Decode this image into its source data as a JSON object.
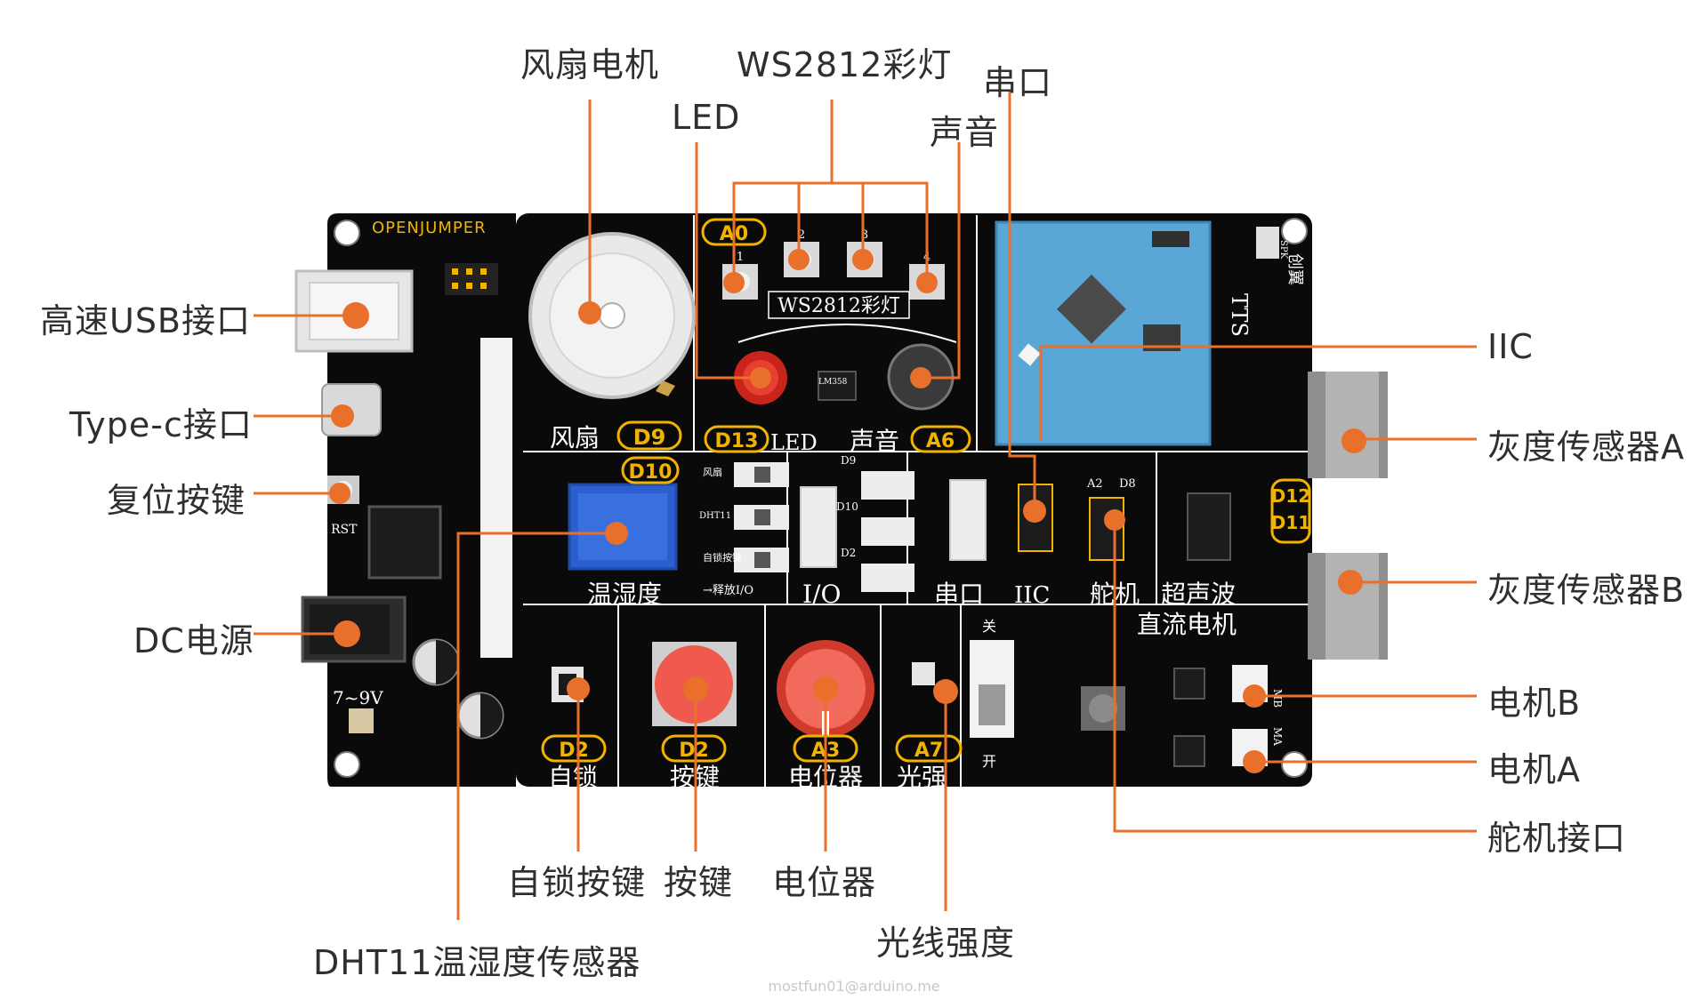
{
  "callouts": {
    "fan_motor": "风扇电机",
    "ws2812_leds": "WS2812彩灯",
    "led": "LED",
    "serial": "串口",
    "sound": "声音",
    "usb": "高速USB接口",
    "typec": "Type-c接口",
    "reset": "复位按键",
    "dc_power": "DC电源",
    "iic": "IIC",
    "gray_a": "灰度传感器A",
    "gray_b": "灰度传感器B",
    "motor_b": "电机B",
    "motor_a": "电机A",
    "servo_port": "舵机接口",
    "latch_key": "自锁按键",
    "key": "按键",
    "potentiometer": "电位器",
    "light_intensity": "光线强度",
    "dht11": "DHT11温湿度传感器"
  },
  "board": {
    "brand": "OPENJUMPER",
    "fan_label": "风扇",
    "fan_pin": "D9",
    "ws_label": "WS2812彩灯",
    "ws_pin": "A0",
    "ws_numbers": [
      "1",
      "2",
      "3",
      "4"
    ],
    "led_label": "LED",
    "led_pin": "D13",
    "sound_label": "声音",
    "sound_pin": "A6",
    "temp_label": "温湿度",
    "temp_pin": "D10",
    "io_label": "I/O",
    "io_switch_labels": [
      "风扇",
      "DHT11",
      "自锁按键"
    ],
    "io_release": "→释放I/O",
    "io_pins": [
      "D9",
      "D10",
      "D2"
    ],
    "serial_label": "串口",
    "iic_label": "IIC",
    "servo_label": "舵机",
    "servo_pins": [
      "A2",
      "D8"
    ],
    "ultrasonic_label": "超声波",
    "dc_motor_label": "直流电机",
    "gray_pins": [
      "D12",
      "D11"
    ],
    "latch_label": "自锁",
    "latch_pin": "D2",
    "key_label": "按键",
    "key_pin": "D2",
    "pot_label": "电位器",
    "pot_pin": "A3",
    "light_label": "光强",
    "light_pin": "A7",
    "switch_on": "关",
    "switch_off": "开",
    "voltage": "7~9V",
    "rst": "RST",
    "tts": "TTS",
    "chuangyi": "创翼",
    "chip": "LM358",
    "spk": "SPK",
    "mb": "MB",
    "ma": "MA"
  },
  "colors": {
    "board": "#0a0a0a",
    "accent": "#e8702a",
    "silk_yellow": "#f2b300",
    "module_blue": "#5aa6d6",
    "pot_blue": "#2a5fd0",
    "button_red": "#f05a4e"
  },
  "footer": {
    "watermark": "mostfun01@arduino.me"
  }
}
